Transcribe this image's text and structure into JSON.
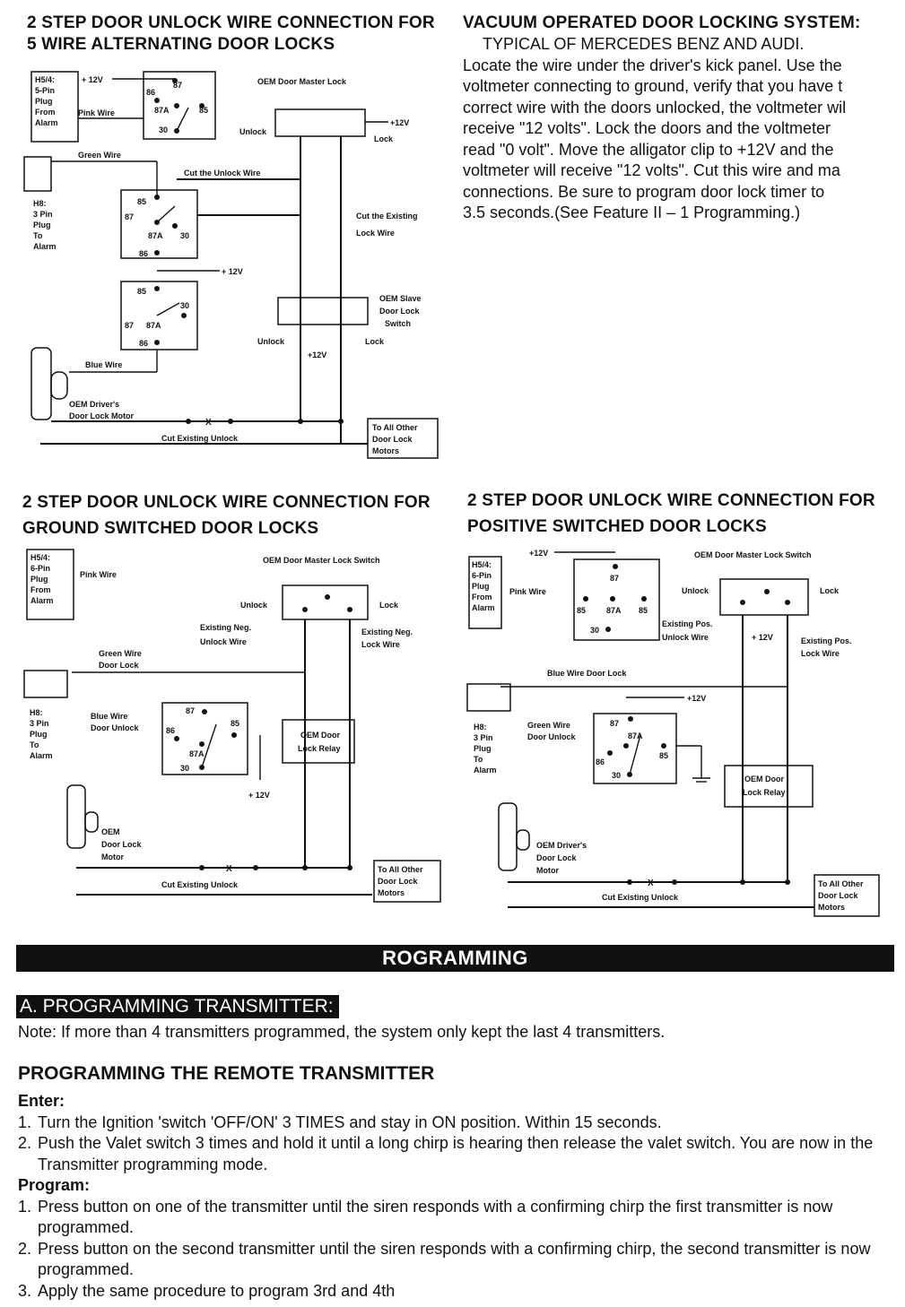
{
  "sections": {
    "five_wire": {
      "title_line1": "2 STEP DOOR UNLOCK WIRE CONNECTION FOR",
      "title_line2": "5 WIRE ALTERNATING DOOR LOCKS",
      "labels": {
        "h5_1": "H5/4:",
        "h5_2": "5-Pin",
        "h5_3": "Plug",
        "h5_4": "From",
        "h5_5": "Alarm",
        "plus12_top": "+ 12V",
        "pink_wire": "Pink Wire",
        "oem_master": "OEM Door Master Lock",
        "unlock": "Unlock",
        "lock": "Lock",
        "plus12_right": "+12V",
        "green_wire": "Green Wire",
        "cut_unlock": "Cut the Unlock Wire",
        "h8_1": "H8:",
        "h8_2": "3 Pin",
        "h8_3": "Plug",
        "h8_4": "To",
        "h8_5": "Alarm",
        "cut_existing_1": "Cut the Existing",
        "cut_existing_2": "Lock Wire",
        "plus12_mid": "+ 12V",
        "oem_slave_1": "OEM Slave",
        "oem_slave_2": "Door Lock",
        "oem_slave_3": "Switch",
        "unlock2": "Unlock",
        "lock2": "Lock",
        "plus12_bottom": "+12V",
        "blue_wire": "Blue Wire",
        "motor_1": "OEM Driver's",
        "motor_2": "Door Lock Motor",
        "cut_existing_unlock": "Cut Existing Unlock",
        "all_other_1": "To All Other",
        "all_other_2": "Door Lock",
        "all_other_3": "Motors",
        "p86": "86",
        "p87": "87",
        "p87a": "87A",
        "p85": "85",
        "p30": "30"
      }
    },
    "vacuum": {
      "title": "VACUUM OPERATED DOOR LOCKING SYSTEM:",
      "subtitle": "TYPICAL OF MERCEDES BENZ AND AUDI.",
      "lines": [
        "Locate the wire under the driver's kick panel. Use the",
        "voltmeter connecting to ground, verify that you have t",
        "correct wire with the doors unlocked, the voltmeter wil",
        "receive \"12 volts\". Lock the doors and the voltmeter",
        "read \"0 volt\". Move the alligator clip to +12V and the",
        "voltmeter will receive \"12 volts\". Cut this wire and ma",
        "connections. Be sure to program door lock timer to",
        "3.5 seconds.(See Feature II – 1 Programming.)"
      ]
    },
    "ground": {
      "title_line1": "2 STEP DOOR UNLOCK WIRE CONNECTION FOR",
      "title_line2": "GROUND SWITCHED DOOR LOCKS",
      "labels": {
        "h5_1": "H5/4:",
        "h5_2": "6-Pin",
        "h5_3": "Plug",
        "h5_4": "From",
        "h5_5": "Alarm",
        "pink_wire": "Pink Wire",
        "oem_master": "OEM Door Master Lock Switch",
        "unlock": "Unlock",
        "lock": "Lock",
        "neg_unlock_1": "Existing Neg.",
        "neg_unlock_2": "Unlock Wire",
        "neg_lock_1": "Existing Neg.",
        "neg_lock_2": "Lock Wire",
        "green_1": "Green Wire",
        "green_2": "Door Lock",
        "blue_1": "Blue Wire",
        "blue_2": "Door Unlock",
        "h8_1": "H8:",
        "h8_2": "3 Pin",
        "h8_3": "Plug",
        "h8_4": "To",
        "h8_5": "Alarm",
        "relay_1": "OEM Door",
        "relay_2": "Lock Relay",
        "plus12": "+ 12V",
        "motor_1": "OEM",
        "motor_2": "Door Lock",
        "motor_3": "Motor",
        "cut_existing_unlock": "Cut Existing Unlock",
        "all_other_1": "To All Other",
        "all_other_2": "Door Lock",
        "all_other_3": "Motors",
        "p86": "86",
        "p87": "87",
        "p87a": "87A",
        "p85": "85",
        "p30": "30"
      }
    },
    "positive": {
      "title_line1": "2 STEP DOOR UNLOCK WIRE CONNECTION FOR",
      "title_line2": "POSITIVE SWITCHED DOOR LOCKS",
      "labels": {
        "plus12_top": "+12V",
        "oem_master": "OEM Door Master Lock Switch",
        "h5_1": "H5/4:",
        "h5_2": "6-Pin",
        "h5_3": "Plug",
        "h5_4": "From",
        "h5_5": "Alarm",
        "pink_wire": "Pink Wire",
        "unlock": "Unlock",
        "lock": "Lock",
        "pos_unlock_1": "Existing Pos.",
        "pos_unlock_2": "Unlock Wire",
        "plus12_mid": "+ 12V",
        "pos_lock_1": "Existing Pos.",
        "pos_lock_2": "Lock Wire",
        "blue_wire": "Blue Wire Door Lock",
        "plus12_right": "+12V",
        "h8_1": "H8:",
        "h8_2": "3 Pin",
        "h8_3": "Plug",
        "h8_4": "To",
        "h8_5": "Alarm",
        "green_1": "Green Wire",
        "green_2": "Door Unlock",
        "relay_1": "OEM Door",
        "relay_2": "Lock Relay",
        "motor_1": "OEM Driver's",
        "motor_2": "Door Lock",
        "motor_3": "Motor",
        "cut_existing_unlock": "Cut Existing Unlock",
        "all_other_1": "To All Other",
        "all_other_2": "Door Lock",
        "all_other_3": "Motors",
        "p86": "86",
        "p87": "87",
        "p87a": "87A",
        "p85": "85",
        "p30": "30"
      }
    }
  },
  "programming": {
    "banner": "ROGRAMMING",
    "section_a": "A. PROGRAMMING TRANSMITTER:",
    "note": "Note: If more than 4 transmitters programmed, the system only kept the last 4 transmitters.",
    "remote_title": "PROGRAMMING THE REMOTE TRANSMITTER",
    "enter_label": "Enter:",
    "enter_steps": [
      {
        "num": "1.",
        "text": "Turn the Ignition 'switch 'OFF/ON' 3 TIMES and stay in ON position. Within 15 seconds."
      },
      {
        "num": "2.",
        "text": "Push the Valet switch 3 times and hold it until a long chirp is hearing then release the valet switch. You are now in the Transmitter programming mode."
      }
    ],
    "program_label": "Program:",
    "program_steps": [
      {
        "num": "1.",
        "text": "Press button on one of the transmitter until the siren responds with a confirming chirp the first transmitter is now programmed."
      },
      {
        "num": "2.",
        "text": "Press button on the second transmitter until the siren responds with a confirming chirp, the second transmitter is now programmed."
      },
      {
        "num": "3.",
        "text": "Apply the same procedure to program 3rd and 4th"
      }
    ]
  }
}
